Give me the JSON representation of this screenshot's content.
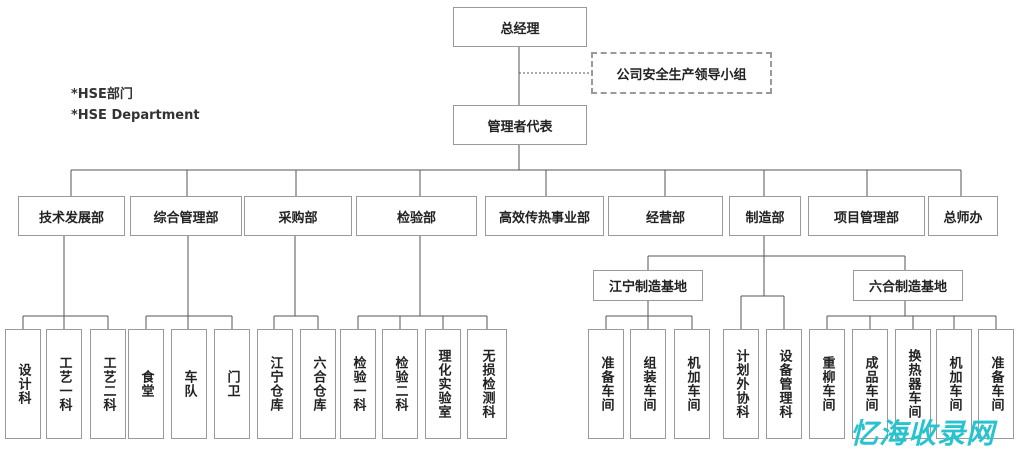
{
  "notes": {
    "line1": "*HSE部门",
    "line2": "*HSE  Department"
  },
  "top": {
    "ceo": "总经理",
    "safety_group": "公司安全生产领导小组",
    "rep": "管理者代表"
  },
  "departments": [
    "技术发展部",
    "综合管理部",
    "采购部",
    "检验部",
    "高效传热事业部",
    "经营部",
    "制造部",
    "项目管理部",
    "总师办"
  ],
  "bases": {
    "jiangning": "江宁制造基地",
    "liuhe": "六合制造基地"
  },
  "units": {
    "tech": [
      "设计科",
      "工艺一科",
      "工艺二科"
    ],
    "admin": [
      "食堂",
      "车队",
      "门卫"
    ],
    "purchase": [
      "江宁仓库",
      "六合仓库"
    ],
    "inspection": [
      "检验一科",
      "检验二科",
      "理化实验室",
      "无损检测科"
    ],
    "jiangning": [
      "准备车间",
      "组装车间",
      "机加车间"
    ],
    "mfg": [
      "计划外协科",
      "设备管理科"
    ],
    "liuhe": [
      "重柳车间",
      "成品车间",
      "换热器车间",
      "机加车间",
      "准备车间"
    ]
  },
  "watermark": "忆海收录网"
}
